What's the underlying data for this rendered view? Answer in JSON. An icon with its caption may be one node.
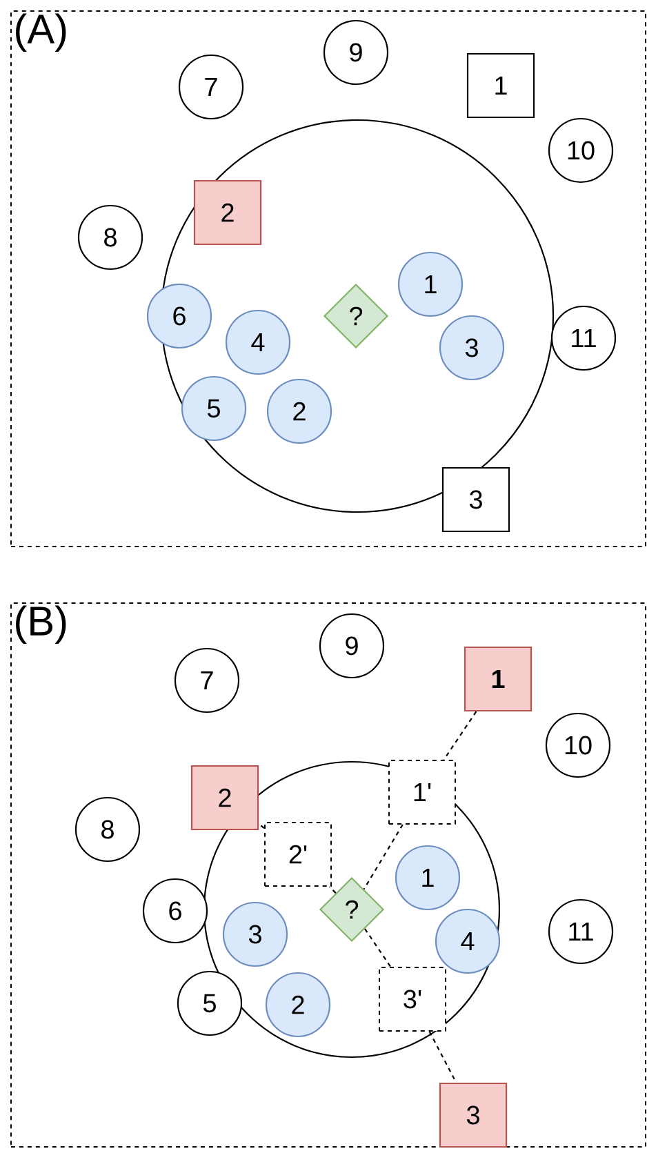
{
  "diagram": {
    "nodes": [
      {
        "text": [
          "(A)"
        ]
      },
      {
        "text": [],
        "shape": "circle",
        "in": 0
      },
      {
        "text": [
          "9"
        ],
        "in": 0
      },
      {
        "text": [
          "7"
        ],
        "in": 0
      },
      {
        "text": [
          "1"
        ],
        "in": 0
      },
      {
        "text": [
          "10"
        ],
        "in": 0
      },
      {
        "text": [
          "2"
        ],
        "in": 1
      },
      {
        "text": [
          "8"
        ],
        "in": 0
      },
      {
        "text": [
          "1"
        ],
        "in": 1
      },
      {
        "text": [
          "?"
        ],
        "in": 1
      },
      {
        "text": [
          "6"
        ],
        "in": 0
      },
      {
        "text": [
          "4"
        ],
        "in": 1
      },
      {
        "text": [
          "3"
        ],
        "in": 1
      },
      {
        "text": [
          "11"
        ],
        "in": 0
      },
      {
        "text": [
          "5"
        ],
        "in": 1
      },
      {
        "text": [
          "2"
        ],
        "in": 1
      },
      {
        "text": [
          "3"
        ],
        "in": 0
      },
      {
        "text": [
          "(B)"
        ]
      },
      {
        "text": [],
        "shape": "circle",
        "in": 17
      },
      {
        "text": [
          "9"
        ],
        "in": 17
      },
      {
        "text": [
          "7"
        ],
        "in": 17
      },
      {
        "text": [
          "1"
        ],
        "in": 17
      },
      {
        "text": [
          "10"
        ],
        "in": 17
      },
      {
        "text": [
          "2"
        ],
        "in": 17
      },
      {
        "text": [
          "8"
        ],
        "in": 17
      },
      {
        "text": [
          "1'"
        ],
        "in": 18
      },
      {
        "text": [
          "2'"
        ],
        "in": 18
      },
      {
        "text": [
          "6"
        ],
        "in": 17
      },
      {
        "text": [
          "?"
        ],
        "in": 18
      },
      {
        "text": [
          "1"
        ],
        "in": 18
      },
      {
        "text": [
          "3"
        ],
        "in": 18
      },
      {
        "text": [
          "4"
        ],
        "in": 18
      },
      {
        "text": [
          "11"
        ],
        "in": 17
      },
      {
        "text": [
          "5"
        ],
        "in": 17
      },
      {
        "text": [
          "2"
        ],
        "in": 18
      },
      {
        "text": [
          "3'"
        ],
        "in": 18
      },
      {
        "text": [
          "3"
        ],
        "in": 17
      }
    ],
    "edges": [
      {
        "from": 21,
        "to": 25,
        "arrow": "none",
        "style": "dashed"
      },
      {
        "from": 25,
        "to": 28,
        "arrow": "none",
        "style": "dashed"
      },
      {
        "from": 28,
        "to": 26,
        "arrow": "none",
        "style": "dashed"
      },
      {
        "from": 26,
        "to": 23,
        "arrow": "none",
        "style": "dashed"
      },
      {
        "from": 28,
        "to": 35,
        "arrow": "none",
        "style": "dashed"
      },
      {
        "from": 35,
        "to": 36,
        "arrow": "none",
        "style": "dashed"
      }
    ]
  }
}
